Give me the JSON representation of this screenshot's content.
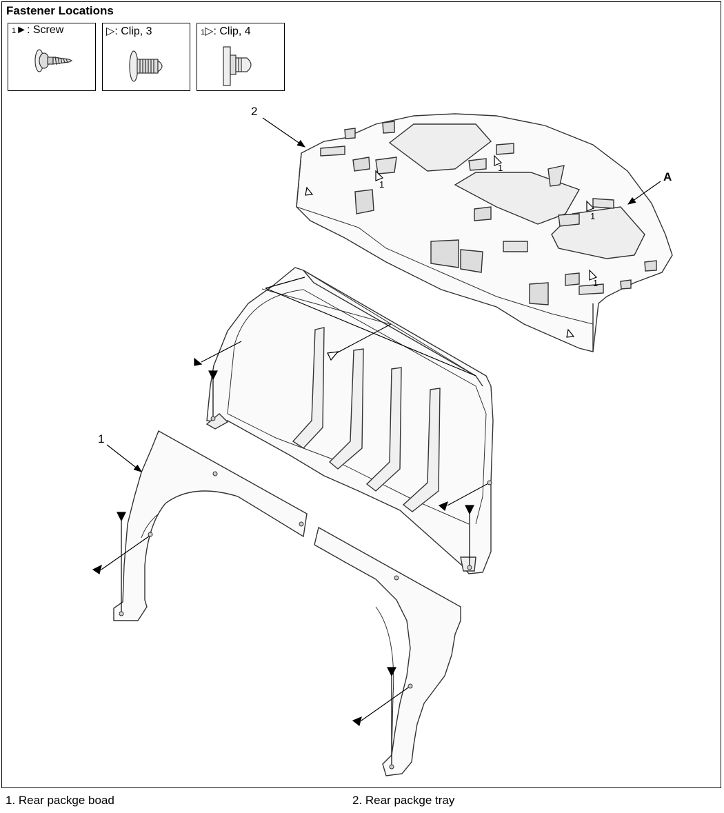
{
  "title": "Fastener Locations",
  "legend": [
    {
      "num": "1",
      "symbol": "►",
      "label": ": Screw",
      "icon": "screw-icon"
    },
    {
      "num": "",
      "symbol": "▷",
      "label": ": Clip, 3",
      "icon": "clip-3-icon"
    },
    {
      "num": "1",
      "symbol": "▷",
      "label": ": Clip, 4",
      "icon": "clip-4-icon"
    }
  ],
  "callouts": {
    "part1": "1",
    "part2": "2",
    "detail": "A"
  },
  "detail_markers": [
    "1",
    "1",
    "1",
    "1"
  ],
  "captions": [
    "1. Rear packge boad",
    "2. Rear packge tray"
  ]
}
